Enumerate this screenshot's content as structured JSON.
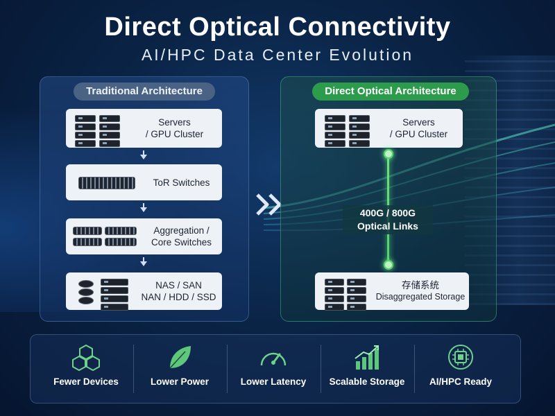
{
  "title": "Direct Optical Connectivity",
  "subtitle": "AI/HPC Data Center Evolution",
  "traditional": {
    "header": "Traditional Architecture",
    "servers": [
      "Servers",
      "/ GPU Cluster"
    ],
    "tor": "ToR Switches",
    "aggregation": [
      "Aggregation /",
      "Core Switches"
    ],
    "storage": [
      "NAS / SAN",
      "NAN / HDD / SSD"
    ]
  },
  "direct": {
    "header": "Direct Optical Architecture",
    "servers": [
      "Servers",
      "/ GPU Cluster"
    ],
    "link": [
      "400G / 800G",
      "Optical Links"
    ],
    "storage": [
      "存储系统",
      "Disaggregated Storage"
    ]
  },
  "features": [
    {
      "label": "Fewer Devices",
      "icon": "cubes-icon"
    },
    {
      "label": "Lower Power",
      "icon": "leaf-icon"
    },
    {
      "label": "Lower Latency",
      "icon": "gauge-icon"
    },
    {
      "label": "Scalable Storage",
      "icon": "growth-chart-icon"
    },
    {
      "label": "AI/HPC Ready",
      "icon": "ai-chip-icon"
    }
  ],
  "colors": {
    "accent_green": "#2c9c4c",
    "icon_green": "#6fd28a",
    "background": "#0a2446"
  }
}
